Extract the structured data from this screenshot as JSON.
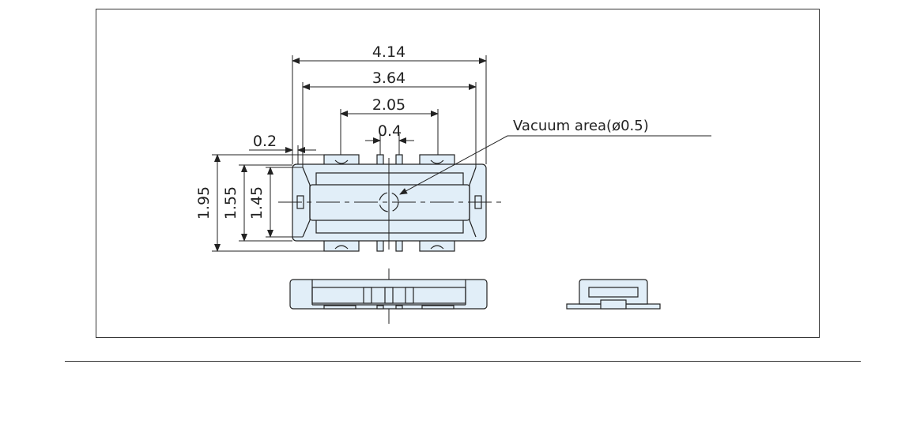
{
  "drawing": {
    "dimensions": {
      "overall_length": "4.14",
      "inner_length": "3.64",
      "pad_span": "2.05",
      "pitch": "0.4",
      "offset": "0.2",
      "overall_width": "1.95",
      "mid_width": "1.55",
      "inner_width": "1.45"
    },
    "callout": "Vacuum area(ø0.5)",
    "colors": {
      "body_fill": "#e1eef8",
      "line": "#222222"
    }
  }
}
